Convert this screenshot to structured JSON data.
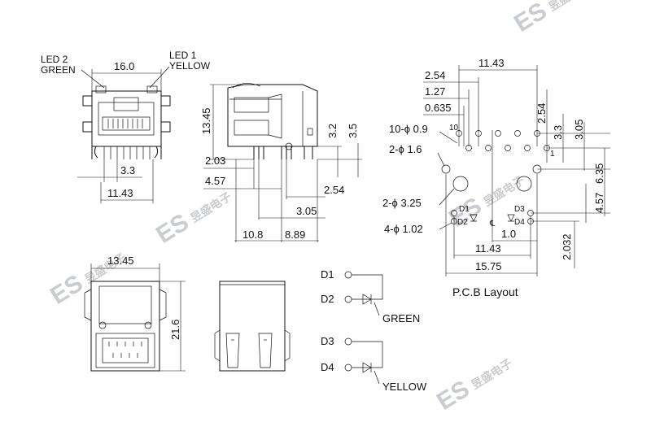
{
  "labels": {
    "led2_line1": "LED 2",
    "led2_line2": "GREEN",
    "led1_line1": "LED 1",
    "led1_line2": "YELLOW",
    "pcb_layout": "P.C.B Layout",
    "d1": "D1",
    "d2": "D2",
    "d3": "D3",
    "d4": "D4",
    "green": "GREEN",
    "yellow": "YELLOW"
  },
  "front_view": {
    "top_width": "16.0",
    "pin_pitch": "3.3",
    "pin_span": "11.43"
  },
  "side_view": {
    "height": "13.45",
    "dim_3_2": "3.2",
    "dim_3_5": "3.5",
    "dim_2_03": "2.03",
    "dim_4_57": "4.57",
    "dim_2_54": "2.54",
    "dim_3_05": "3.05",
    "dim_10_8": "10.8",
    "dim_8_89": "8.89"
  },
  "pcb": {
    "top_span": "11.43",
    "pitch": "2.54",
    "dim_1_27": "1.27",
    "dim_0_635": "0.635",
    "pin_callout": "10-ϕ 0.9",
    "pin_10": "10",
    "pin_1": "1",
    "mount_callout": "2-ϕ 1.6",
    "post_callout": "2-ϕ 3.25",
    "led_callout": "4-ϕ 1.02",
    "right_2_54": "2.54",
    "right_3_3": "3.3",
    "right_3_05": "3.05",
    "right_6_35": "6.35",
    "right_4_57": "4.57",
    "right_2_032": "2.032",
    "dim_1_0": "1.0",
    "bottom_11_43": "11.43",
    "bottom_15_75": "15.75",
    "center_mark": "℄"
  },
  "bottom_view": {
    "width": "13.45",
    "length": "21.6"
  },
  "watermark": {
    "mark": "ES",
    "chars": "昱盛电子"
  }
}
